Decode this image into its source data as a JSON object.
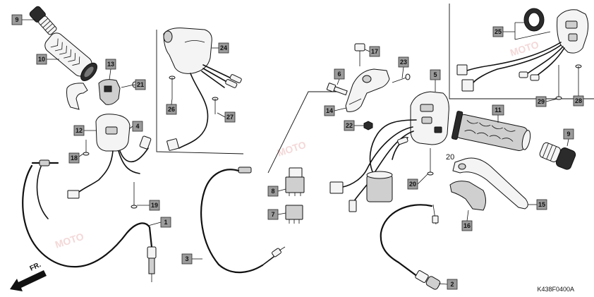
{
  "diagram_code": "K438F0400A",
  "direction_label": "FR.",
  "watermark": "MOTO",
  "plain_label": "20",
  "callouts": [
    "9",
    "10",
    "13",
    "21",
    "4",
    "12",
    "18",
    "19",
    "1",
    "24",
    "26",
    "27",
    "3",
    "8",
    "7",
    "6",
    "17",
    "23",
    "14",
    "22",
    "5",
    "11",
    "9",
    "20",
    "15",
    "16",
    "2",
    "25",
    "29",
    "28"
  ],
  "colors": {
    "callout_box": "#9b9b9b",
    "line": "#111111",
    "watermark": "#f0c8c8"
  }
}
